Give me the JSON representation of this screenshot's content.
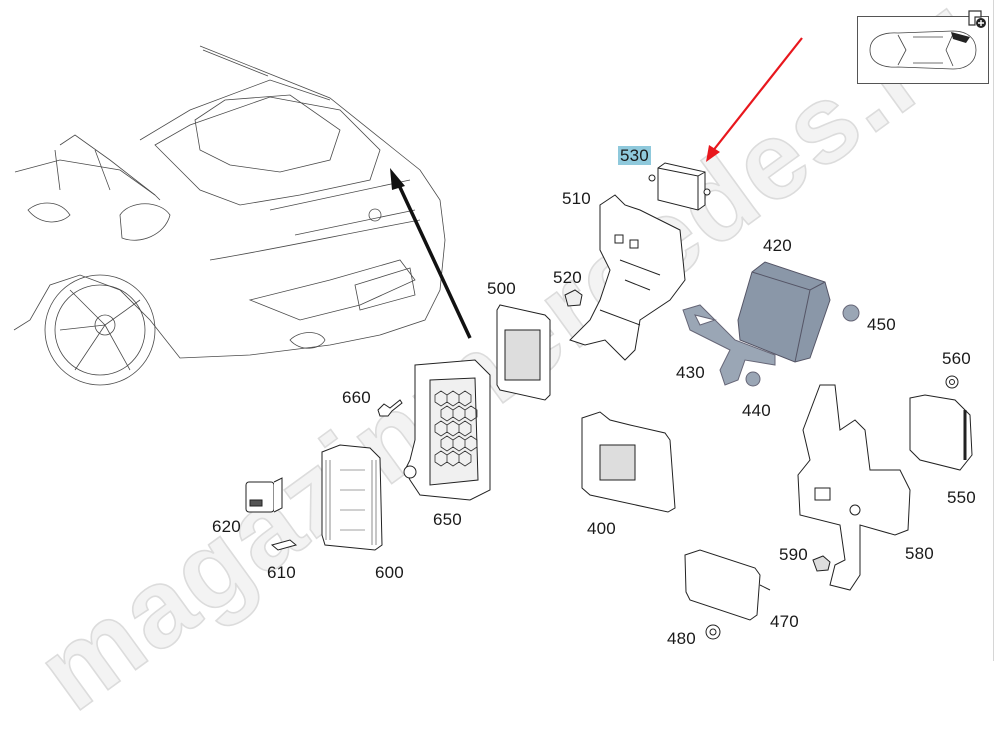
{
  "diagram": {
    "title": "Exploded parts diagram - rear electrical control units",
    "watermark": "magazinmercedes.ru",
    "highlight_color": "#8fc9dc",
    "arrow_color": "#e8171d",
    "part_color_blue": "#8a97a8",
    "line_color": "#2a2a2a",
    "callouts": [
      {
        "id": "400",
        "label": "400"
      },
      {
        "id": "420",
        "label": "420"
      },
      {
        "id": "430",
        "label": "430"
      },
      {
        "id": "440",
        "label": "440"
      },
      {
        "id": "450",
        "label": "450"
      },
      {
        "id": "470",
        "label": "470"
      },
      {
        "id": "480",
        "label": "480"
      },
      {
        "id": "500",
        "label": "500"
      },
      {
        "id": "510",
        "label": "510"
      },
      {
        "id": "520",
        "label": "520"
      },
      {
        "id": "530",
        "label": "530",
        "highlighted": true
      },
      {
        "id": "550",
        "label": "550"
      },
      {
        "id": "560",
        "label": "560"
      },
      {
        "id": "580",
        "label": "580"
      },
      {
        "id": "590",
        "label": "590"
      },
      {
        "id": "600",
        "label": "600"
      },
      {
        "id": "610",
        "label": "610"
      },
      {
        "id": "620",
        "label": "620"
      },
      {
        "id": "650",
        "label": "650"
      },
      {
        "id": "660",
        "label": "660"
      }
    ],
    "locator": {
      "icon": "add-to-cart-icon"
    }
  }
}
